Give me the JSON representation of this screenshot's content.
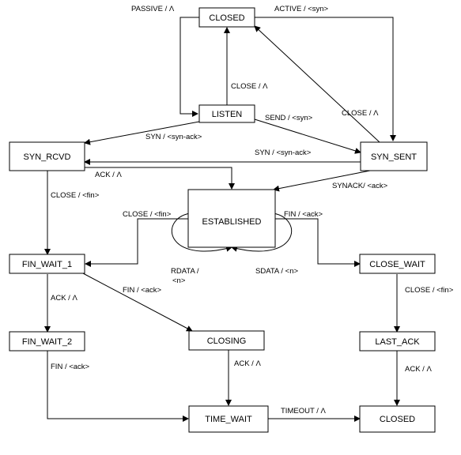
{
  "states": {
    "closed_top": "CLOSED",
    "listen": "LISTEN",
    "syn_rcvd": "SYN_RCVD",
    "syn_sent": "SYN_SENT",
    "established": "ESTABLISHED",
    "fin_wait_1": "FIN_WAIT_1",
    "close_wait": "CLOSE_WAIT",
    "fin_wait_2": "FIN_WAIT_2",
    "closing": "CLOSING",
    "last_ack": "LAST_ACK",
    "time_wait": "TIME_WAIT",
    "closed_bottom": "CLOSED"
  },
  "transitions": {
    "passive": "PASSIVE / Λ",
    "active": "ACTIVE / <syn>",
    "close_listen": "CLOSE / Λ",
    "close_synsent": "CLOSE / Λ",
    "send": "SEND / <syn>",
    "syn_synack_1": "SYN / <syn-ack>",
    "syn_synack_2": "SYN / <syn-ack>",
    "ack": "ACK / Λ",
    "synack_ack": "SYNACK/ <ack>",
    "close_fin_1": "CLOSE / <fin>",
    "close_fin_2": "CLOSE / <fin>",
    "fin_ack_1": "FIN / <ack>",
    "rdata_1": "RDATA /",
    "rdata_2": "<n>",
    "sdata": "SDATA / <n>",
    "close_fin_3": "CLOSE / <fin>",
    "ack_fw1": "ACK / Λ",
    "fin_ack_2": "FIN / <ack>",
    "fin_ack_3": "FIN / <ack>",
    "ack_closing": "ACK / Λ",
    "ack_lastack": "ACK / Λ",
    "timeout": "TIMEOUT / Λ"
  }
}
